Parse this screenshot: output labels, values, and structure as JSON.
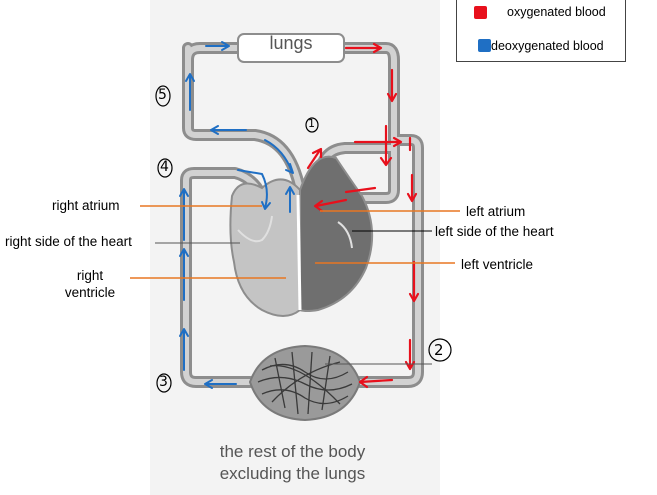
{
  "legend": {
    "oxygenated_label": "oxygenated blood",
    "deoxygenated_label": "deoxygenated blood",
    "oxygenated_color": "#e8101c",
    "deoxygenated_color": "#1f6fc4"
  },
  "organs": {
    "lungs": "lungs",
    "body_line1": "the rest of the body",
    "body_line2": "excluding the lungs"
  },
  "labels": {
    "right_atrium": "right atrium",
    "right_side": "right side of the heart",
    "right_ventricle_line1": "right",
    "right_ventricle_line2": "ventricle",
    "left_atrium": "left atrium",
    "left_side": "left side of the heart",
    "left_ventricle": "left ventricle"
  },
  "steps": [
    "1",
    "2",
    "3",
    "4",
    "5"
  ],
  "colors": {
    "vessel": "#8d8d8d",
    "vessel_inner": "#cfcfcf",
    "right_heart": "#c4c4c4",
    "left_heart": "#6f6f6f",
    "pointer": "#e87722"
  }
}
